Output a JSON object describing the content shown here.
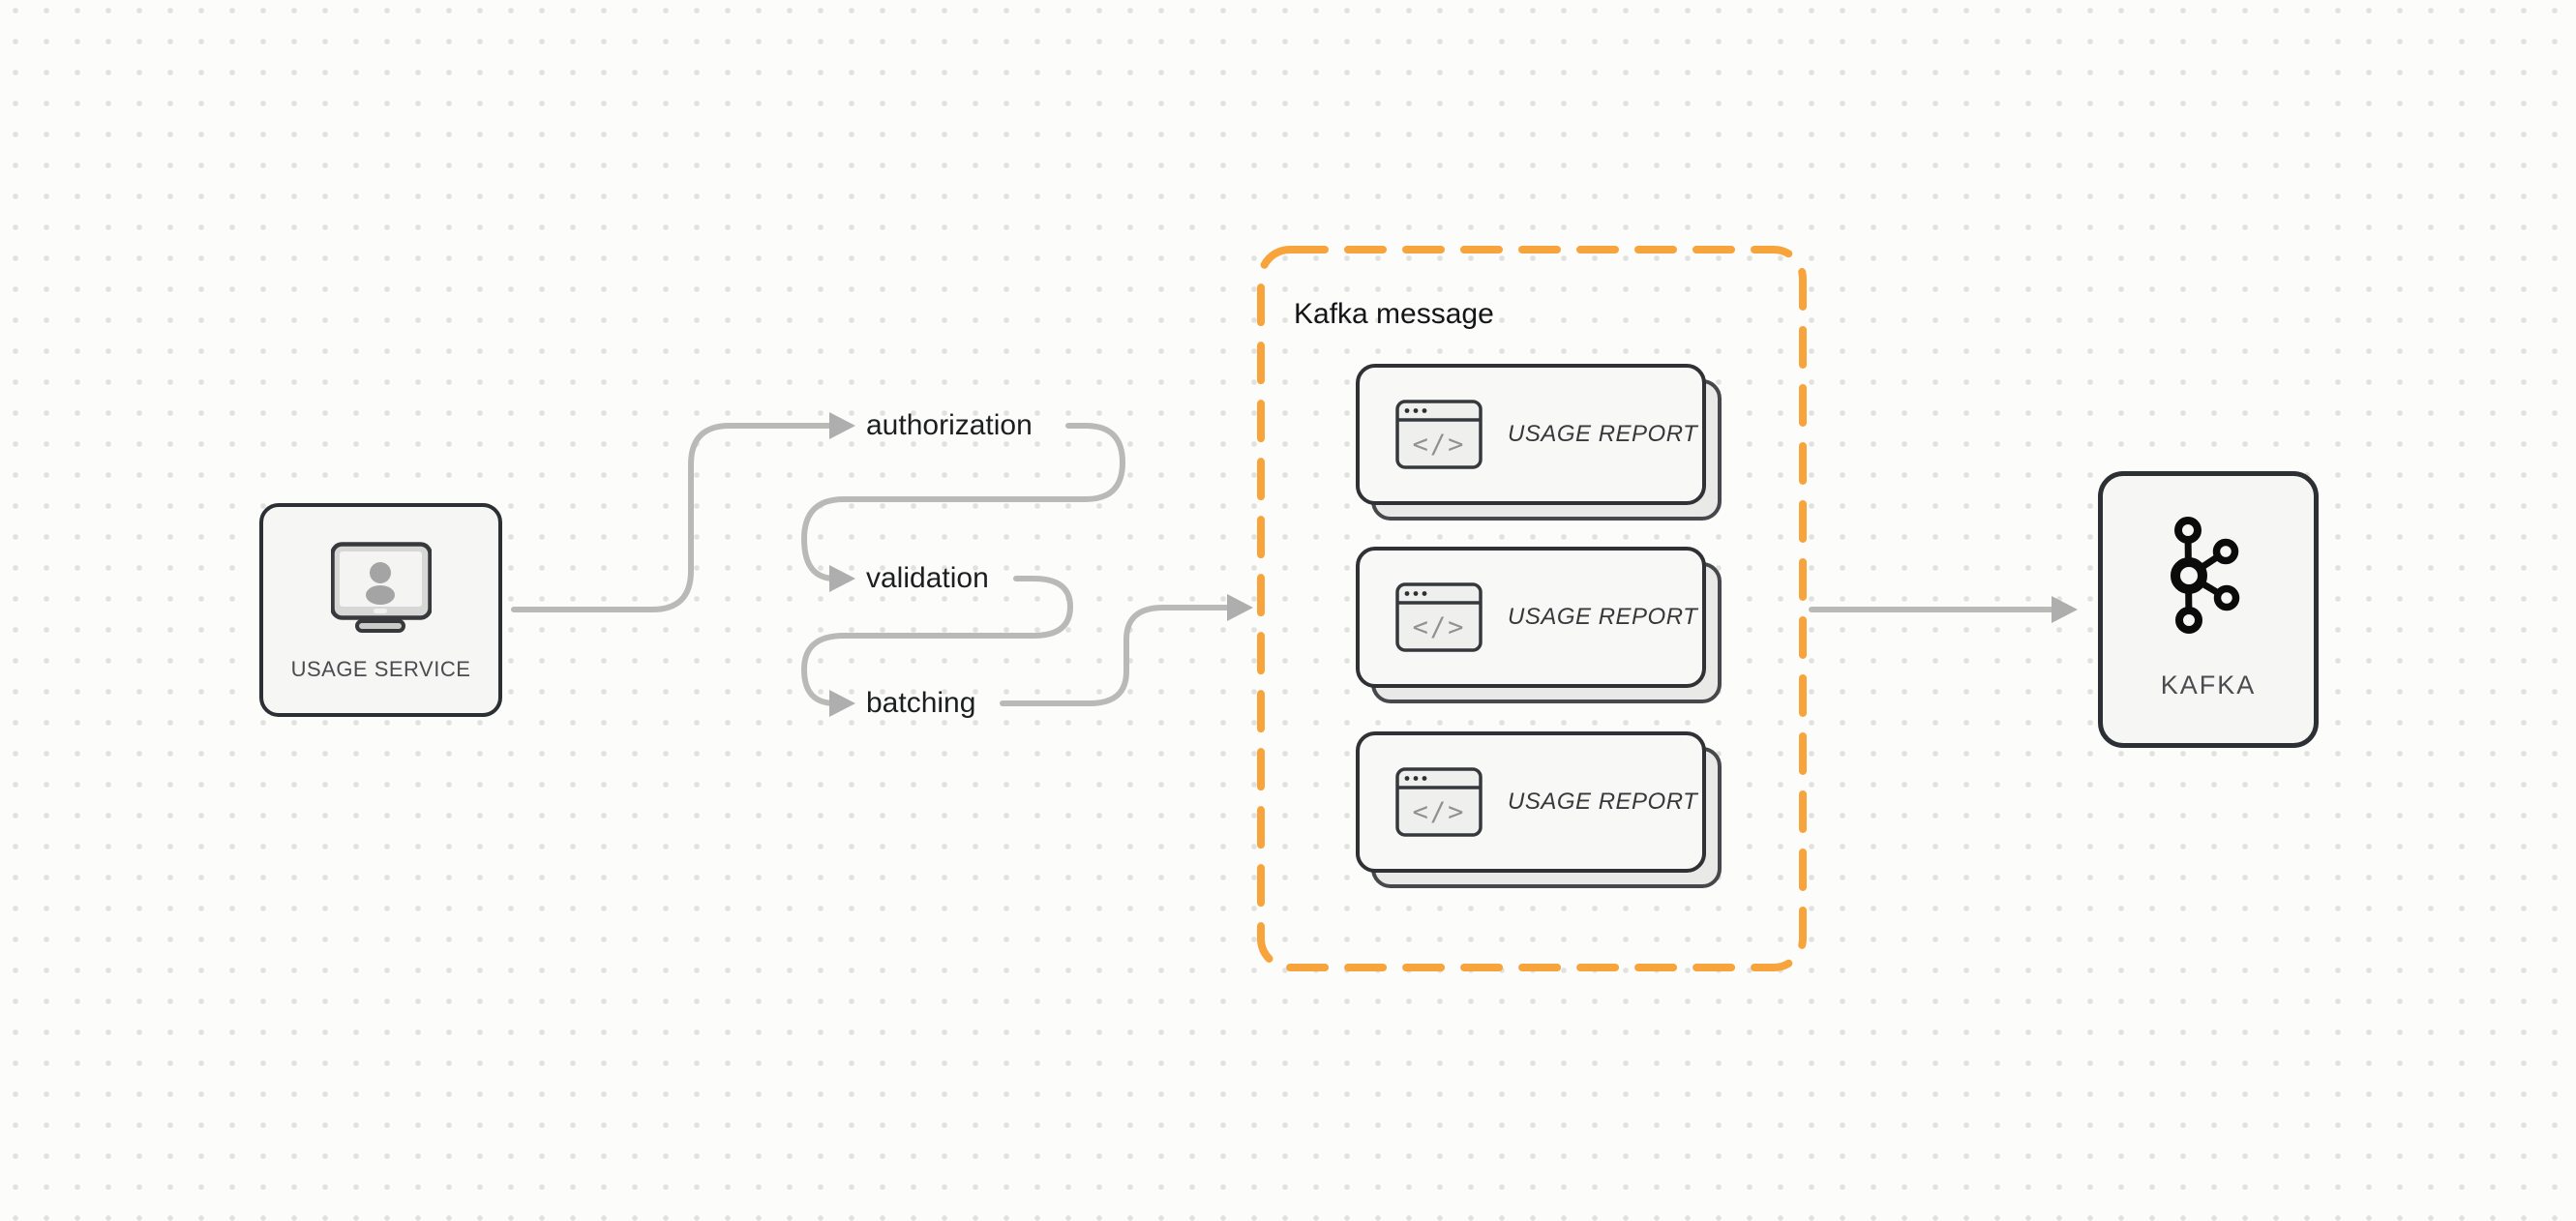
{
  "diagram": {
    "source_node": {
      "label": "USAGE SERVICE",
      "icon": "monitor-user-icon"
    },
    "steps": [
      {
        "label": "authorization"
      },
      {
        "label": "validation"
      },
      {
        "label": "batching"
      }
    ],
    "group": {
      "title": "Kafka message",
      "card_icon_glyph": "</>",
      "cards": [
        {
          "label": "USAGE REPORT"
        },
        {
          "label": "USAGE REPORT"
        },
        {
          "label": "USAGE REPORT"
        }
      ]
    },
    "sink_node": {
      "label": "KAFKA",
      "icon": "kafka-logo-icon"
    },
    "colors": {
      "background": "#fcfcfb",
      "grid_dot": "#e1e1e0",
      "group_border_orange": "#f7a43c",
      "connector_gray": "#b9b9b8",
      "arrowhead_gray": "#aeaeae",
      "node_border": "#2c2f33",
      "node_fill": "#f6f6f4",
      "text_dark": "#1d1e20",
      "text_muted": "#4b4b50"
    }
  }
}
